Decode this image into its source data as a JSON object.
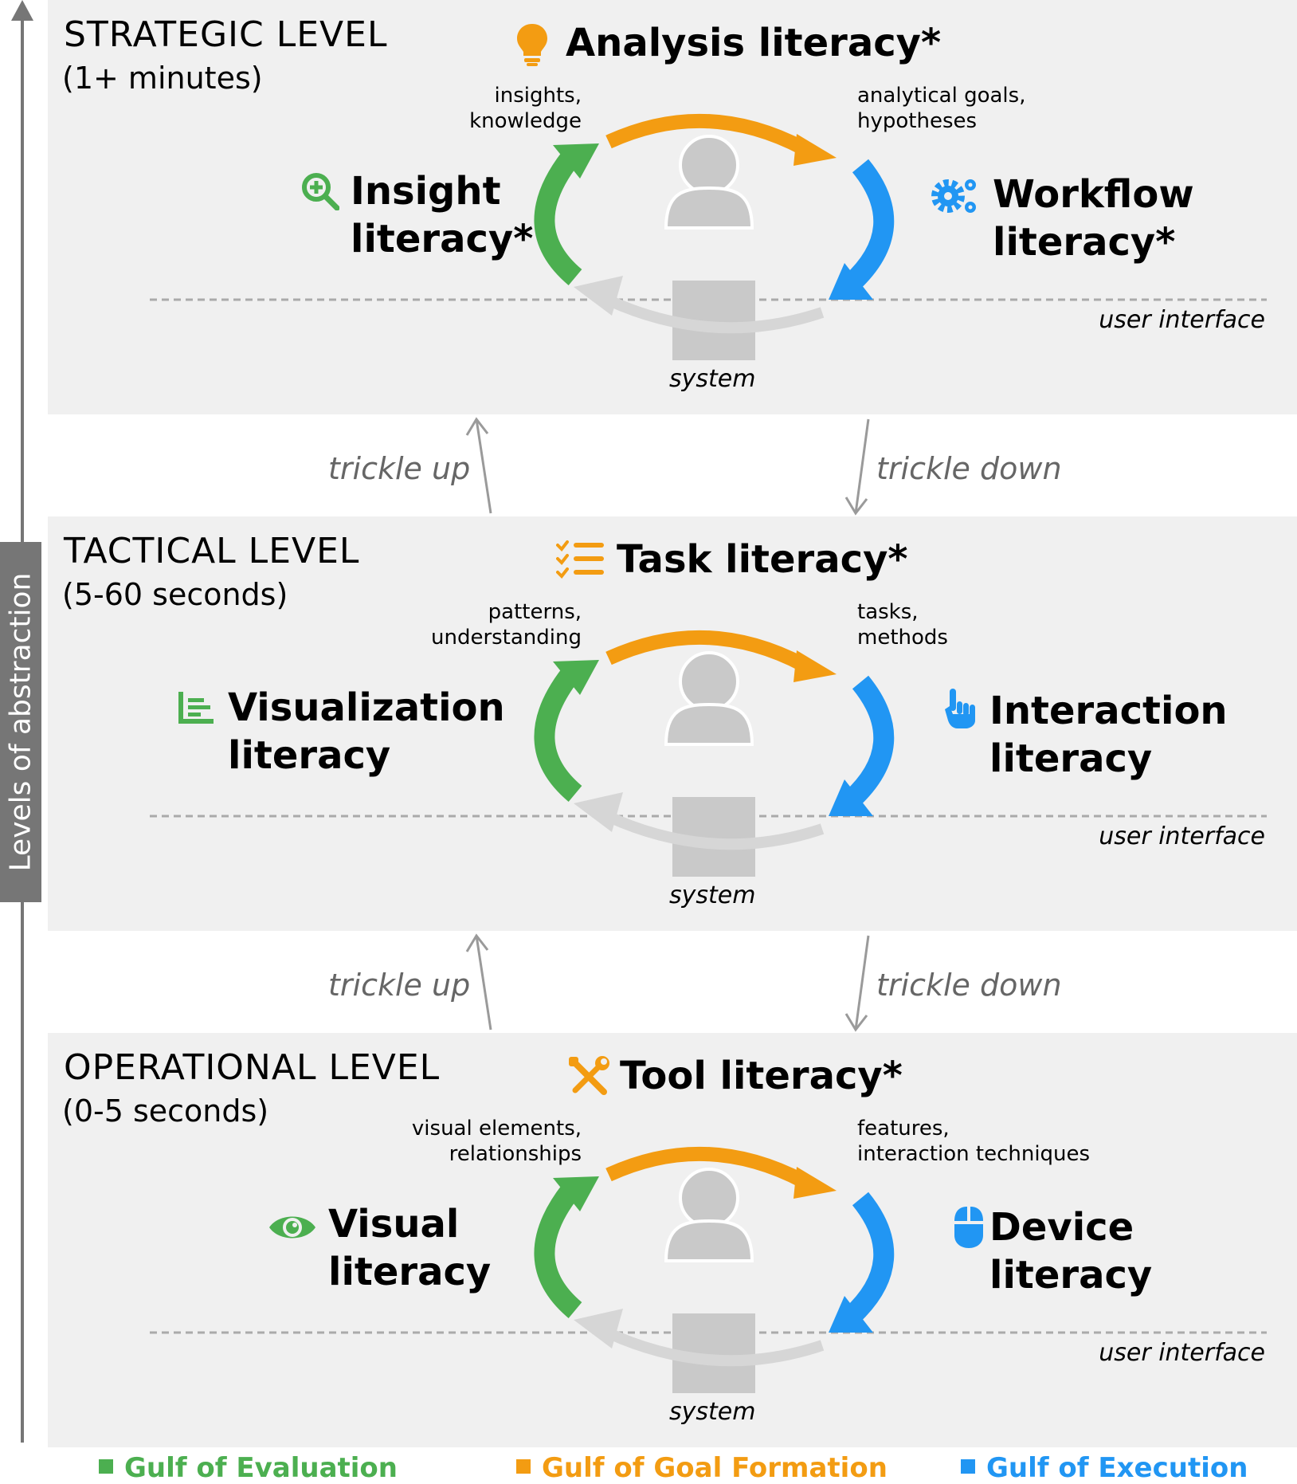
{
  "axis_label": "Levels of abstraction",
  "colors": {
    "evaluation": "#4caf50",
    "goal_formation": "#f39c12",
    "execution": "#2196f3",
    "system_arc": "#d6d6d6",
    "panel": "#f0f0f0"
  },
  "levels": [
    {
      "title": "STRATEGIC LEVEL",
      "duration": "(1+ minutes)",
      "top_literacy": "Analysis literacy*",
      "top_icon": "lightbulb-icon",
      "left_note": [
        "insights,",
        "knowledge"
      ],
      "right_note": [
        "analytical goals,",
        "hypotheses"
      ],
      "left_literacy": [
        "Insight",
        "literacy*"
      ],
      "left_icon": "magnifier-plus-icon",
      "right_literacy": [
        "Workflow",
        "literacy*"
      ],
      "right_icon": "gears-icon",
      "ui_label": "user interface",
      "system_label": "system"
    },
    {
      "title": "TACTICAL LEVEL",
      "duration": "(5-60 seconds)",
      "top_literacy": "Task literacy*",
      "top_icon": "checklist-icon",
      "left_note": [
        "patterns,",
        "understanding"
      ],
      "right_note": [
        "tasks,",
        "methods"
      ],
      "left_literacy": [
        "Visualization",
        "literacy"
      ],
      "left_icon": "bar-chart-icon",
      "right_literacy": [
        "Interaction",
        "literacy"
      ],
      "right_icon": "pointing-hand-icon",
      "ui_label": "user interface",
      "system_label": "system"
    },
    {
      "title": "OPERATIONAL LEVEL",
      "duration": "(0-5 seconds)",
      "top_literacy": "Tool literacy*",
      "top_icon": "tools-icon",
      "left_note": [
        "visual elements,",
        "relationships"
      ],
      "right_note": [
        "features,",
        "interaction techniques"
      ],
      "left_literacy": [
        "Visual",
        "literacy"
      ],
      "left_icon": "eye-icon",
      "right_literacy": [
        "Device",
        "literacy"
      ],
      "right_icon": "mouse-icon",
      "ui_label": "user interface",
      "system_label": "system"
    }
  ],
  "connectors": [
    {
      "trickle_up": "trickle up",
      "trickle_down": "trickle down"
    },
    {
      "trickle_up": "trickle up",
      "trickle_down": "trickle down"
    }
  ],
  "legend": [
    {
      "label": "Gulf of Evaluation",
      "color": "#4caf50"
    },
    {
      "label": "Gulf of Goal Formation",
      "color": "#f39c12"
    },
    {
      "label": "Gulf of Execution",
      "color": "#2196f3"
    }
  ]
}
